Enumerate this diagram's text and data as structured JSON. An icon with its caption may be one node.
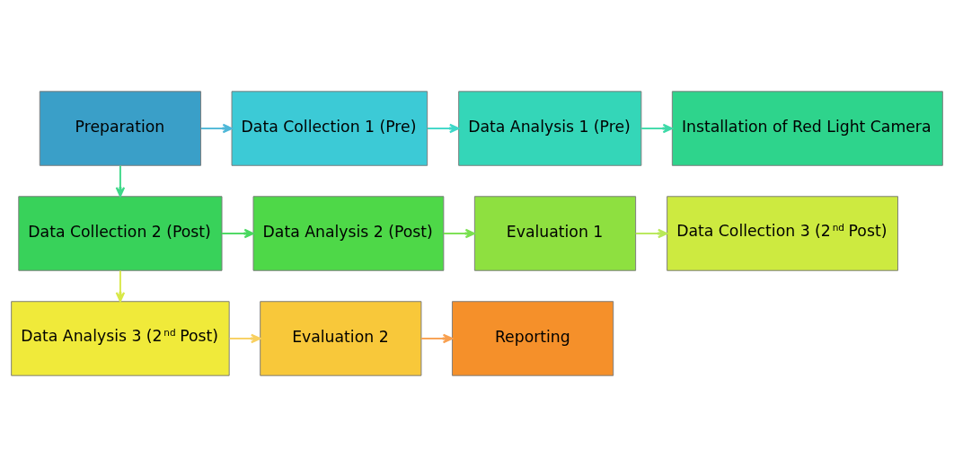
{
  "diagram": {
    "nodes": [
      {
        "text": [
          "Preparation"
        ]
      },
      {
        "text": [
          "Data Collection 1 (Pre)"
        ]
      },
      {
        "text": [
          "Data Analysis 1 (Pre)"
        ]
      },
      {
        "text": [
          "Installation of Red Light Camera"
        ]
      },
      {
        "text": [
          "Data Collection 2 (Post)"
        ]
      },
      {
        "text": [
          "Data Analysis 2 (Post)"
        ]
      },
      {
        "text": [
          "Evaluation 1"
        ]
      },
      {
        "text": [
          "Data Collection 3 (2$^{nd}$ Post)"
        ]
      },
      {
        "text": [
          "Data Analysis 3 (2$^{nd}$ Post)"
        ]
      },
      {
        "text": [
          "Evaluation 2"
        ]
      },
      {
        "text": [
          "Reporting"
        ]
      }
    ],
    "edges": [
      {
        "from": 0,
        "to": 1,
        "arrow": "to",
        "color": "#4fb8d8"
      },
      {
        "from": 1,
        "to": 2,
        "arrow": "to",
        "color": "#3ed8c8"
      },
      {
        "from": 2,
        "to": 3,
        "arrow": "to",
        "color": "#3edaa8"
      },
      {
        "from": 0,
        "to": 4,
        "arrow": "to",
        "color": "#3ed888"
      },
      {
        "from": 4,
        "to": 5,
        "arrow": "to",
        "color": "#4ad860"
      },
      {
        "from": 5,
        "to": 6,
        "arrow": "to",
        "color": "#7ae050"
      },
      {
        "from": 6,
        "to": 7,
        "arrow": "to",
        "color": "#b8e858"
      },
      {
        "from": 4,
        "to": 8,
        "arrow": "to",
        "color": "#d8e848"
      },
      {
        "from": 8,
        "to": 9,
        "arrow": "to",
        "color": "#f8d060"
      },
      {
        "from": 9,
        "to": 10,
        "arrow": "to",
        "color": "#f8a050"
      }
    ]
  }
}
